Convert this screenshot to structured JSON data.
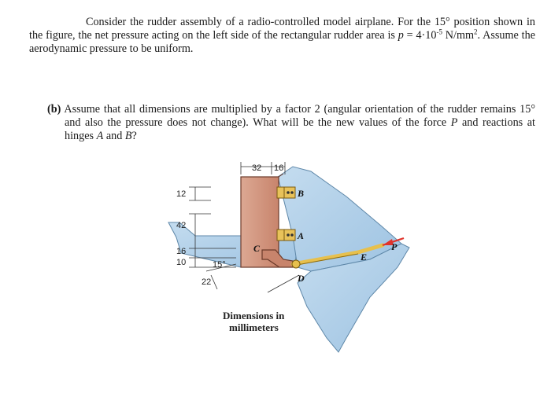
{
  "intro": {
    "line1": "Consider the rudder assembly of a radio-controlled model airplane. For the 15° position shown in the figure, the net pressure acting on the left side of the rectangular rudder area is ",
    "p_var": "p",
    "p_eq": " = 4·10",
    "p_exp": "-5",
    "line2": " N/mm",
    "sq": "2",
    "line3": ". Assume the aerodynamic pressure to be uniform."
  },
  "part_b": {
    "label": "(b)",
    "text1": "Assume that all dimensions are multiplied by a factor 2 (angular orientation of the rudder remains 15° and also the pressure does not change). What will be the new values of the force ",
    "P": "P",
    "text2": " and reactions at hinges ",
    "A": "A",
    "and": " and ",
    "B": "B",
    "q": "?"
  },
  "figure": {
    "dims": {
      "d32": "32",
      "d16_top": "16",
      "d12": "12",
      "d42": "42",
      "d16_left": "16",
      "d10": "10",
      "angle": "15°",
      "d22": "22"
    },
    "labels": {
      "B": "B",
      "A": "A",
      "C": "C",
      "D": "D",
      "E": "E",
      "P": "P"
    },
    "caption_line1": "Dimensions in",
    "caption_line2": "millimeters",
    "colors": {
      "fin": "#a9cbe6",
      "fin_edge": "#5e87a8",
      "rudder": "#d59b85",
      "rudder_edge": "#6b3a2a",
      "hinge": "#e8c25a",
      "rod": "#e7c04d",
      "arrow": "#e0342c"
    }
  }
}
